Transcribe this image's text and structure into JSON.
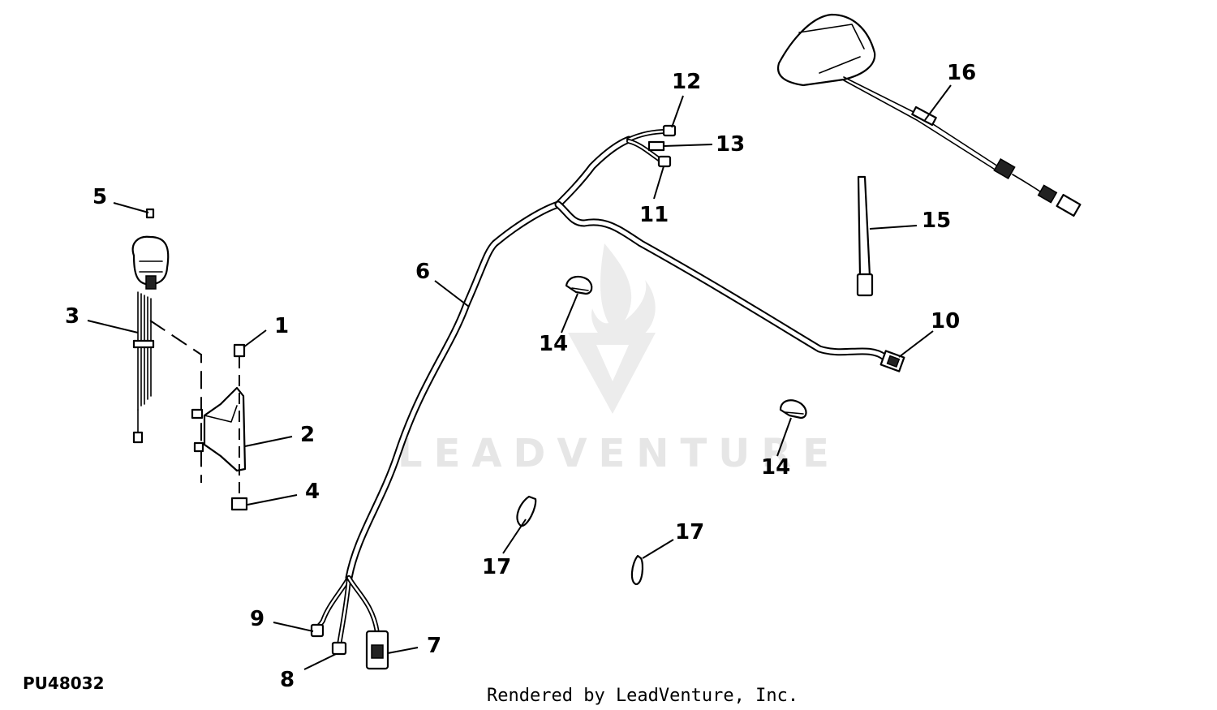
{
  "figure_id": "PU48032",
  "credit": "Rendered by LeadVenture, Inc.",
  "watermark": "LEADVENTURE",
  "callouts": [
    "1",
    "2",
    "3",
    "4",
    "5",
    "6",
    "7",
    "8",
    "9",
    "10",
    "11",
    "12",
    "13",
    "14",
    "14",
    "15",
    "16",
    "17",
    "17"
  ]
}
